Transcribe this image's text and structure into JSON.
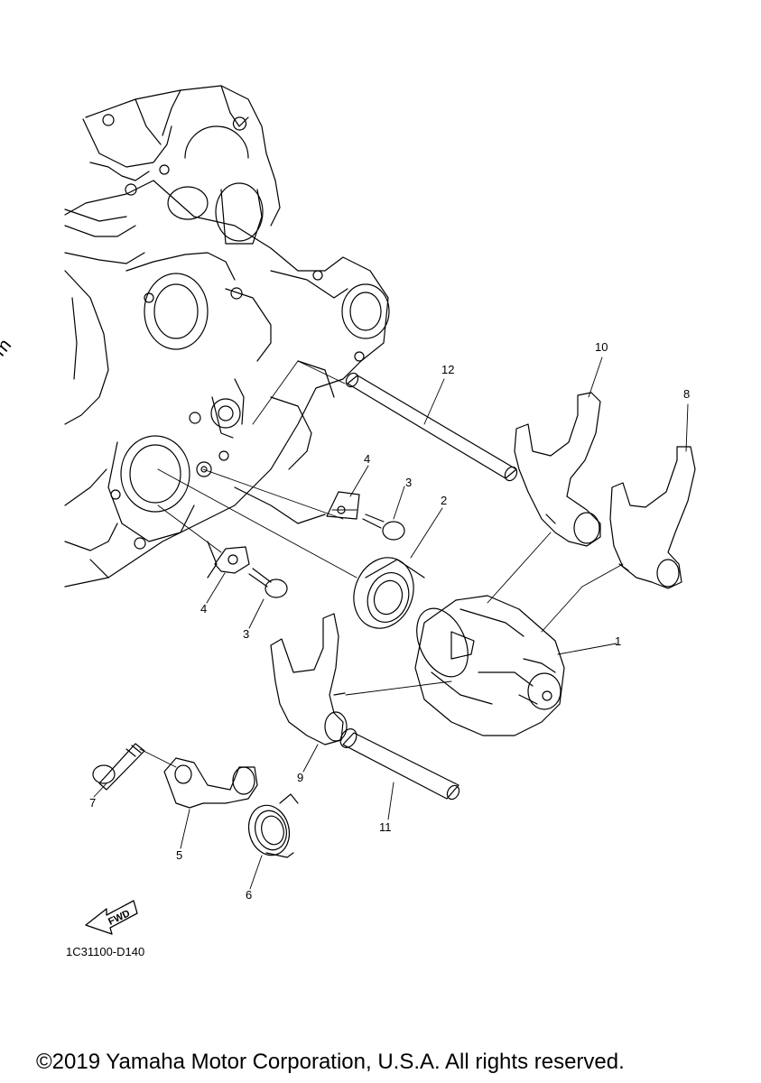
{
  "watermark": "© Partzilla.com",
  "part_labels": {
    "p1": "1",
    "p2": "2",
    "p3a": "3",
    "p3b": "3",
    "p4a": "4",
    "p4b": "4",
    "p5": "5",
    "p6": "6",
    "p7": "7",
    "p8": "8",
    "p9": "9",
    "p10": "10",
    "p11": "11",
    "p12": "12"
  },
  "fwd_label": "FWD",
  "diagram_code": "1C31100-D140",
  "copyright": "©2019 Yamaha Motor Corporation, U.S.A. All rights reserved."
}
